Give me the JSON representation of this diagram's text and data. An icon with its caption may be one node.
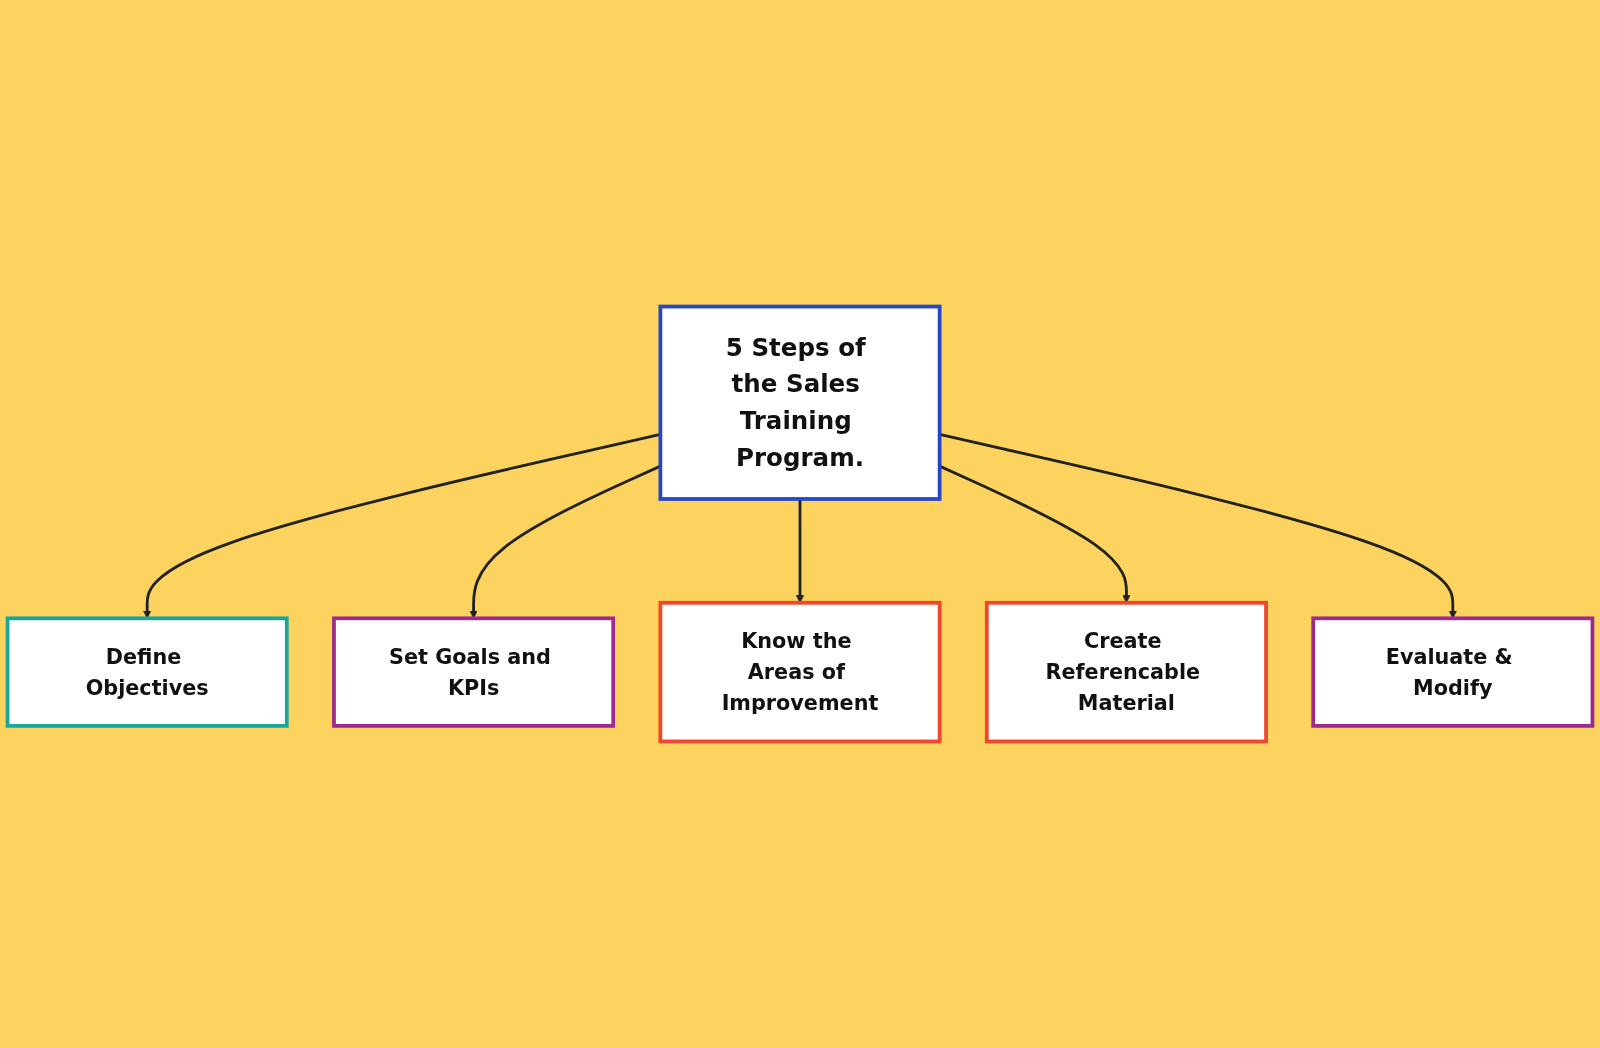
{
  "diagram": {
    "nodes": [
      {
        "text": [
          "Define Objectives"
        ]
      },
      {
        "text": [
          "Set Goals and KPIs"
        ]
      },
      {
        "text": [
          "Know the Areas of Improvement"
        ]
      },
      {
        "text": [
          "5 Steps of the Sales Training Program."
        ]
      },
      {
        "text": [
          "Create Referencable Material"
        ]
      },
      {
        "text": [
          "Evaluate & Modify"
        ]
      }
    ],
    "edges": [
      {
        "from": 3,
        "to": 0,
        "arrow": "to"
      },
      {
        "from": 3,
        "to": 1,
        "arrow": "to"
      },
      {
        "from": 3,
        "to": 2,
        "arrow": "to"
      },
      {
        "from": 3,
        "to": 4,
        "arrow": "to"
      },
      {
        "from": 3,
        "to": 5,
        "arrow": "to"
      }
    ]
  }
}
